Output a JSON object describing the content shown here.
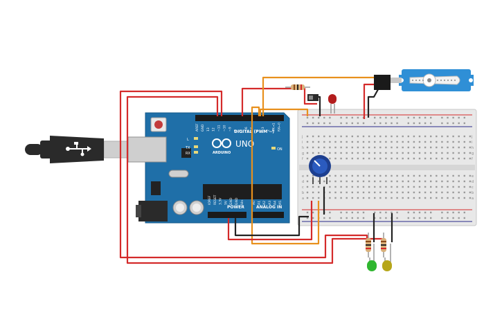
{
  "arduino": {
    "brand": "ARDUINO",
    "model": "UNO",
    "digital_label": "DIGITAL (PWM ~)",
    "power_label": "POWER",
    "analog_label": "ANALOG IN",
    "on_label": "ON",
    "tx_label": "TX",
    "rx_label": "RX",
    "l_label": "L",
    "digital_pins": [
      "AREF",
      "GND",
      "13",
      "12",
      "~11",
      "~10",
      "~9",
      "8",
      "7",
      "~6",
      "~5",
      "4",
      "~3",
      "2",
      "TX→1",
      "RX←0"
    ],
    "power_pins": [
      "IOREF",
      "RESET",
      "3.3V",
      "5V",
      "GND",
      "GND",
      "Vin"
    ],
    "analog_pins": [
      "A0",
      "A1",
      "A2",
      "A3",
      "A4",
      "A5"
    ]
  },
  "breadboard": {
    "row_letters_top": [
      "j",
      "i",
      "h",
      "g",
      "f"
    ],
    "row_letters_bottom": [
      "e",
      "d",
      "c",
      "b",
      "a"
    ],
    "columns": 30
  },
  "colors": {
    "board": "#1f6fa8",
    "board_dark": "#155a8a",
    "wire_red": "#d42a2a",
    "wire_orange": "#e8901c",
    "wire_black": "#222222",
    "servo_blue": "#2f8fd6",
    "led_red": "#b31d1d",
    "led_green": "#2fb62f",
    "led_yellow": "#b6a61a",
    "pot_blue": "#1d3f8f"
  },
  "icons": {
    "usb": "usb-icon",
    "infinity_logo": "arduino-infinity-icon"
  }
}
